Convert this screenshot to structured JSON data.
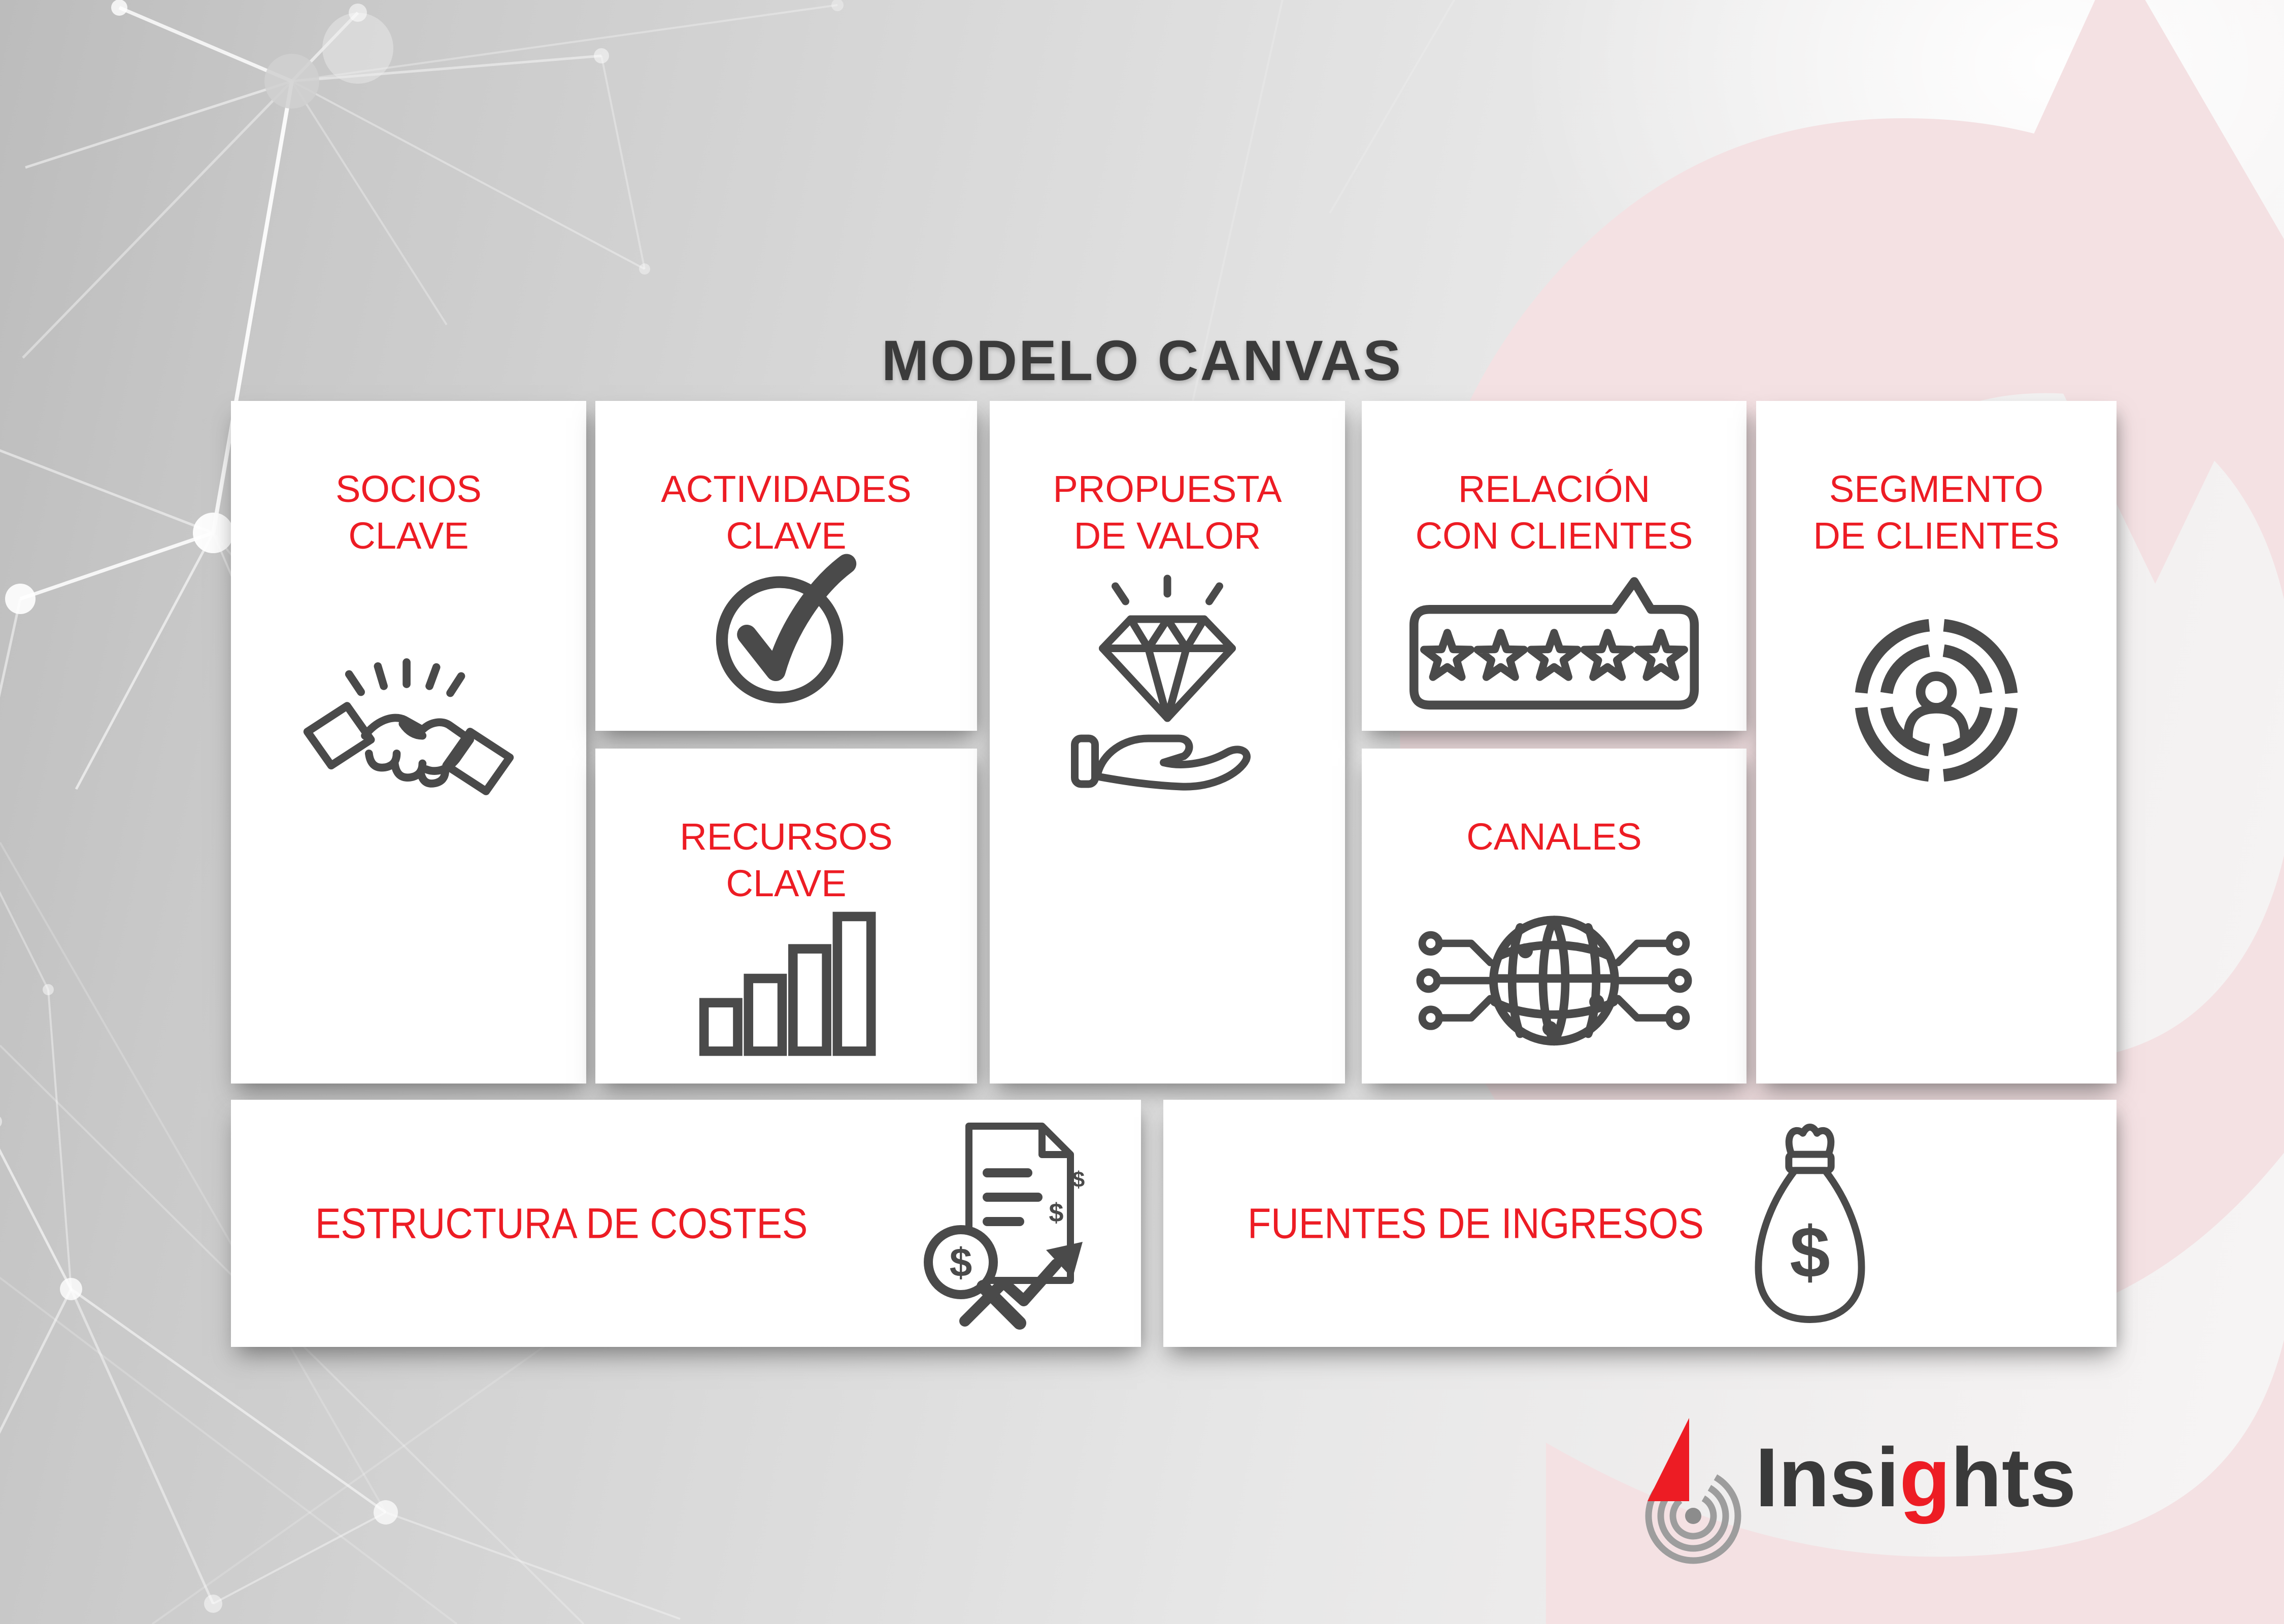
{
  "title": "MODELO CANVAS",
  "cards": {
    "socios": {
      "line1": "SOCIOS",
      "line2": "CLAVE",
      "icon": "handshake-icon"
    },
    "actividades": {
      "line1": "ACTIVIDADES",
      "line2": "CLAVE",
      "icon": "check-circle-icon"
    },
    "recursos": {
      "line1": "RECURSOS",
      "line2": "CLAVE",
      "icon": "bar-chart-icon"
    },
    "propuesta": {
      "line1": "PROPUESTA",
      "line2": "DE VALOR",
      "icon": "diamond-hand-icon"
    },
    "relacion": {
      "line1": "RELACIÓN",
      "line2": "CON CLIENTES",
      "icon": "five-star-review-icon"
    },
    "canales": {
      "line1": "CANALES",
      "icon": "globe-network-icon"
    },
    "segmento": {
      "line1": "SEGMENTO",
      "line2": "DE CLIENTES",
      "icon": "customer-target-icon"
    },
    "estructura": {
      "label": "ESTRUCTURA DE COSTES",
      "icon": "cost-analysis-icon"
    },
    "fuentes": {
      "label": "FUENTES DE INGRESOS",
      "icon": "money-bag-icon"
    }
  },
  "logo": {
    "full_name": "Insights",
    "name_prefix": "Insi",
    "name_accent": "g",
    "name_suffix": "hts"
  },
  "colors": {
    "red": "#ED1C24",
    "ink": "#3B3B3B",
    "icon": "#4A4A4A",
    "pink": "#F4E1E3",
    "card": "#FFFFFF"
  }
}
